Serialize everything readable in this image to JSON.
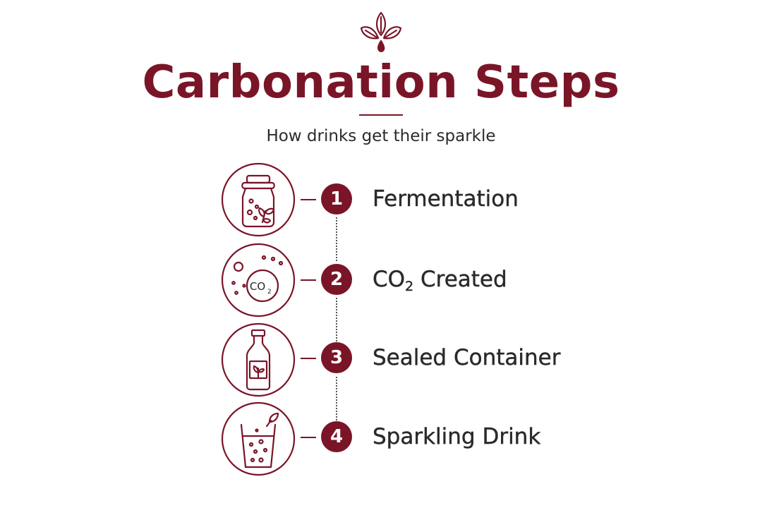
{
  "header": {
    "logo_icon": "leaves-drop-icon",
    "title": "Carbonation Steps",
    "subtitle": "How drinks get their sparkle"
  },
  "colors": {
    "accent": "#7a1528",
    "text": "#2a2a2a",
    "background": "#ffffff"
  },
  "steps": [
    {
      "number": "1",
      "label": "Fermentation",
      "icon": "jar-with-leaf-icon"
    },
    {
      "number": "2",
      "label_main": "CO",
      "label_sub": "2",
      "label_rest": " Created",
      "icon": "co2-bubbles-icon"
    },
    {
      "number": "3",
      "label": "Sealed Container",
      "icon": "bottle-icon"
    },
    {
      "number": "4",
      "label": "Sparkling Drink",
      "icon": "glass-with-bubbles-icon"
    }
  ]
}
